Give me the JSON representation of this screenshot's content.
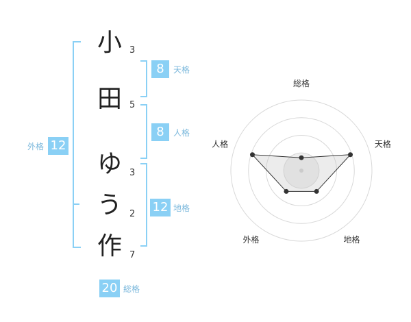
{
  "characters": [
    {
      "char": "小",
      "strokes": "3"
    },
    {
      "char": "田",
      "strokes": "5"
    },
    {
      "char": "ゆ",
      "strokes": "3"
    },
    {
      "char": "う",
      "strokes": "2"
    },
    {
      "char": "作",
      "strokes": "7"
    }
  ],
  "kaku": {
    "tenkaku": {
      "value": "8",
      "label": "天格"
    },
    "jinkaku": {
      "value": "8",
      "label": "人格"
    },
    "chikaku": {
      "value": "12",
      "label": "地格"
    },
    "gaikaku": {
      "value": "12",
      "label": "外格"
    },
    "soukaku": {
      "value": "20",
      "label": "総格"
    }
  },
  "colors": {
    "accent": "#8ad0f5",
    "label": "#7bb8dc"
  },
  "chart_data": {
    "type": "radar",
    "axes": [
      "総格",
      "天格",
      "地格",
      "外格",
      "人格"
    ],
    "levels": 4,
    "values": [
      1,
      4,
      2,
      2,
      4
    ],
    "max": 4
  }
}
